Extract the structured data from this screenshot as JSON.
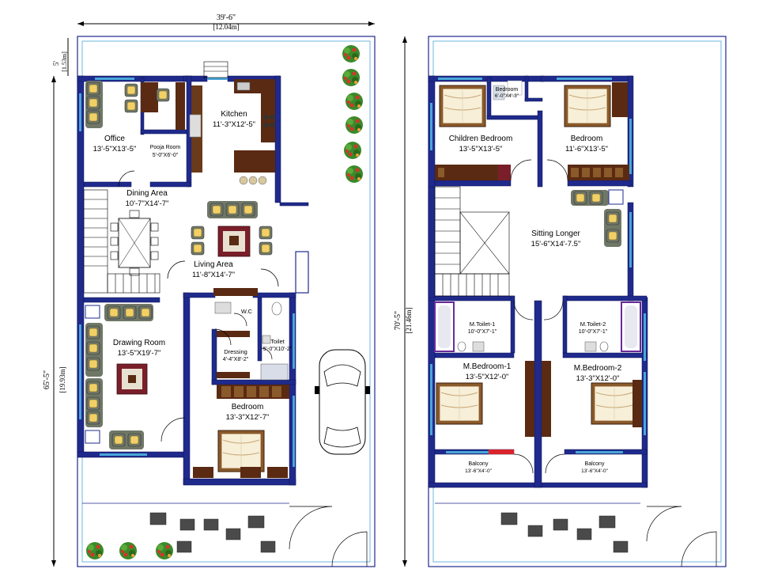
{
  "colors": {
    "wall": "#1f2a8c",
    "wall_edge": "#0a1050",
    "wood": "#5a2a12",
    "wood_light": "#8a5a2a",
    "sofa": "#6f7767",
    "cushion": "#f2d066",
    "bed_sheet": "#f7efd8",
    "bed_frame": "#8b5a2b",
    "rug": "#7a1f2a",
    "plant_green": "#3a8a2a",
    "plant_flower": "#d8342a",
    "window": "#49a6d8",
    "toilet_tile": "#d8dde8",
    "purple_bath": "#6a2a9a",
    "paver": "#4a4a4a"
  },
  "dimensions": {
    "top_width_ft": "39'-6\"",
    "top_width_m": "[12.04m]",
    "setback_ft": "5'",
    "setback_m": "[1.53m]",
    "left_depth_ft": "65'-5\"",
    "left_depth_m": "[19.93m]",
    "right_depth_ft": "70'-5\"",
    "right_depth_m": "[21.46m]"
  },
  "ground_floor": {
    "rooms": {
      "office": {
        "name": "Office",
        "size": "13'-5\"X13'-5\""
      },
      "pooja": {
        "name": "Pooja Room",
        "size": "5'-0\"X6'-0\""
      },
      "kitchen": {
        "name": "Kitchen",
        "size": "11'-3\"X12'-5\""
      },
      "dining": {
        "name": "Dining Area",
        "size": "10'-7\"X14'-7\""
      },
      "living": {
        "name": "Living Area",
        "size": "11'-8\"X14'-7\""
      },
      "wc": {
        "name": "W.C"
      },
      "toilet": {
        "name": "Toilet",
        "size": "5'-0\"X10'-2\""
      },
      "dressing": {
        "name": "Dressing",
        "size": "4'-4\"X8'-2\""
      },
      "drawing": {
        "name": "Drawing Room",
        "size": "13'-5\"X19'-7\""
      },
      "bedroom": {
        "name": "Bedroom",
        "size": "13'-3\"X12'-7\""
      }
    }
  },
  "first_floor": {
    "rooms": {
      "children": {
        "name": "Children Bedroom",
        "size": "13'-5\"X13'-5\""
      },
      "small_bed": {
        "name": "Bedroom",
        "size": "6'-0\"X4'-3\""
      },
      "bedroom": {
        "name": "Bedroom",
        "size": "11'-6\"X13'-5\""
      },
      "sitting": {
        "name": "Sitting Longer",
        "size": "15'-6\"X14'-7.5\""
      },
      "toilet1": {
        "name": "M.Toilet-1",
        "size": "10'-0\"X7'-1\""
      },
      "toilet2": {
        "name": "M.Toilet-2",
        "size": "10'-0\"X7'-1\""
      },
      "mbed1": {
        "name": "M.Bedroom-1",
        "size": "13'-5\"X12'-0\""
      },
      "mbed2": {
        "name": "M.Bedroom-2",
        "size": "13'-3\"X12'-0\""
      },
      "balcony1": {
        "name": "Balcony",
        "size": "13'-6\"X4'-0\""
      },
      "balcony2": {
        "name": "Balcony",
        "size": "13'-6\"X4'-0\""
      }
    }
  }
}
